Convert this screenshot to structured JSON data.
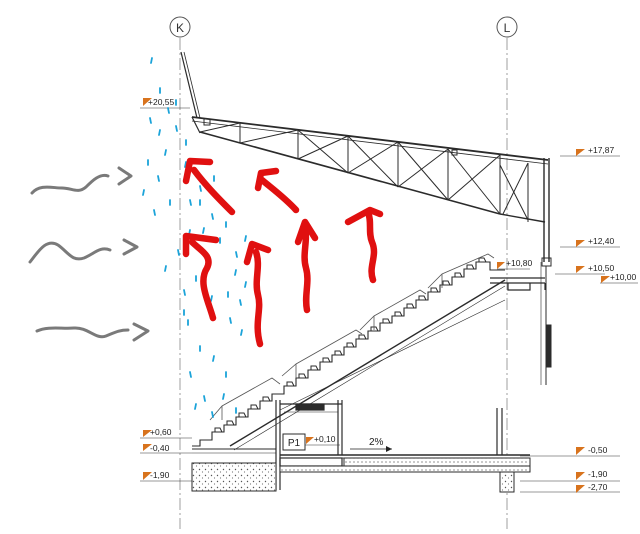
{
  "grid_axes": [
    {
      "id": "K"
    },
    {
      "id": "L"
    }
  ],
  "left_levels": [
    "+20,55",
    "+0,60",
    "-0,40",
    "-1,90"
  ],
  "right_levels": [
    "+17,87",
    "+12,40",
    "+10,50",
    "+10,00",
    "-0,50",
    "-1,90",
    "-2,70"
  ],
  "inner_levels": [
    "+10,80",
    "+0,10"
  ],
  "room_tag": "P1",
  "slope_label": "2%",
  "colors": {
    "structure": "#2b2b2b",
    "wind": "#7a7a7a",
    "rain": "#1aa3d9",
    "updraft": "#e01010",
    "level_marker": "#d8731d"
  }
}
